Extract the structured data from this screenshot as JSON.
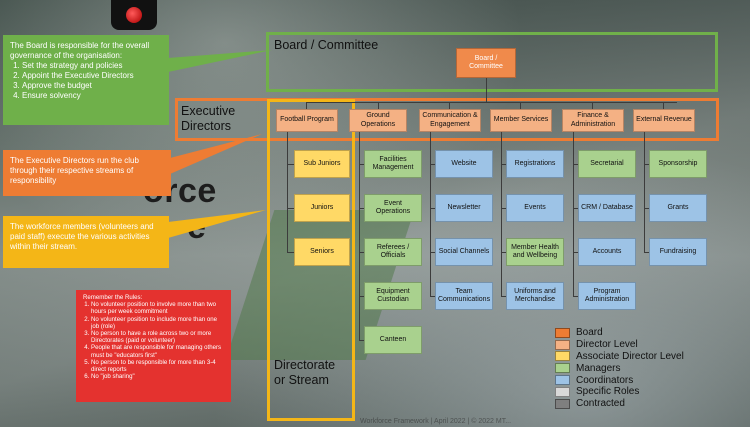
{
  "background": {
    "text_1": "orce",
    "text_2": "e"
  },
  "callouts": {
    "board": {
      "intro": "The Board is responsible for the overall governance of the organisation:",
      "items": [
        "Set the strategy and policies",
        "Appoint the Executive Directors",
        "Approve the budget",
        "Ensure solvency"
      ]
    },
    "executive": "The Executive Directors run the club through their respective streams of responsibility",
    "workforce": "The workforce members (volunteers and paid staff) execute the various activities within their stream."
  },
  "rules": {
    "heading": "Remember the Rules:",
    "items": [
      "No volunteer position to involve more than two hours per week commitment",
      "No volunteer position to include more than one job (role)",
      "No person to have a role across two or more Directorates (paid or volunteer)",
      "People that are responsible for managing others must be \"educators first\"",
      "No person to be responsible for more than 3-4 direct reports",
      "No \"job sharing\""
    ]
  },
  "labels": {
    "board_committee": "Board / Committee",
    "executive_directors": "Executive\nDirectors",
    "directorate": "Directorate\nor Stream"
  },
  "org": {
    "board_node": "Board / Committee",
    "directors": [
      "Football Program",
      "Ground Operations",
      "Communication & Engagement",
      "Member Services",
      "Finance & Administration",
      "External Revenue"
    ],
    "football": [
      "Sub Juniors",
      "Juniors",
      "Seniors"
    ],
    "ground_ops": [
      "Facilities Management",
      "Event Operations",
      "Referees / Officials",
      "Equipment Custodian",
      "Canteen"
    ],
    "comms": [
      "Website",
      "Newsletter",
      "Social Channels",
      "Team Communications"
    ],
    "member_services": [
      "Registrations",
      "Events",
      "Member Health and Wellbeing",
      "Uniforms and Merchandise"
    ],
    "finance": [
      "Secretarial",
      "CRM / Database",
      "Accounts",
      "Program Administration"
    ],
    "external": [
      "Sponsorship",
      "Grants",
      "Fundraising"
    ]
  },
  "legend": [
    {
      "label": "Board",
      "color": "#ee7c33"
    },
    {
      "label": "Director Level",
      "color": "#f4b184"
    },
    {
      "label": "Associate Director Level",
      "color": "#ffd966"
    },
    {
      "label": "Managers",
      "color": "#a9d18e"
    },
    {
      "label": "Coordinators",
      "color": "#9dc3e6"
    },
    {
      "label": "Specific Roles",
      "color": "#d9d9d9"
    },
    {
      "label": "Contracted",
      "color": "#7f7f7f"
    }
  ],
  "footer": "Workforce Framework | April 2022 | © 2022 MT..."
}
